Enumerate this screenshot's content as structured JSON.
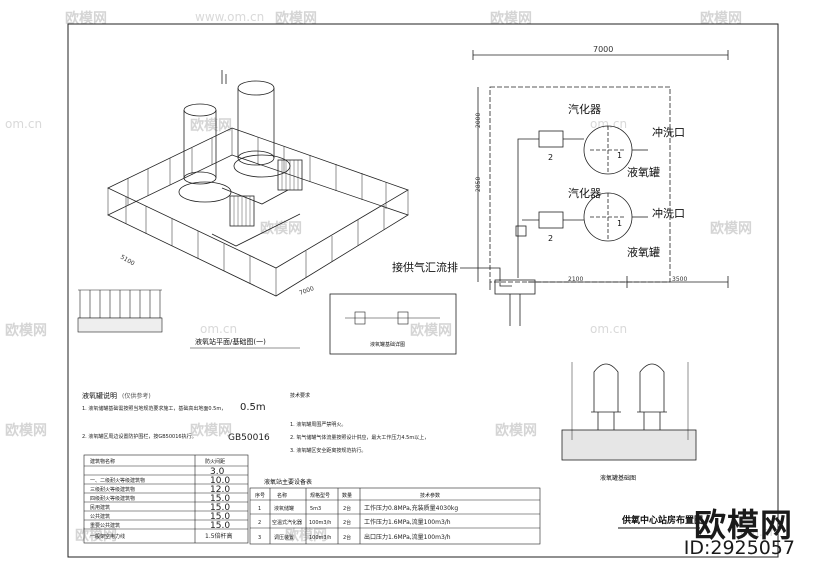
{
  "watermark": {
    "brand": "欧模网",
    "url": "www.om.cn",
    "url_short": "om.cn"
  },
  "dimensions": {
    "plan_width": "7000",
    "plan_left_top": "2000",
    "plan_left_mid": "2850",
    "plan_bottom_left": "2100",
    "plan_bottom_right": "3500",
    "iso_left": "5100",
    "iso_right": "7000"
  },
  "plan_labels": {
    "vaporizer_1": "汽化器",
    "vaporizer_2": "汽化器",
    "flush_1": "冲洗口",
    "flush_2": "冲洗口",
    "tank_1": "液氧罐",
    "tank_2": "液氧罐",
    "pipe_connect": "接供气汇流排",
    "tank_no_1": "1",
    "tank_no_2": "1",
    "vap_no_1": "2",
    "vap_no_2": "2"
  },
  "drawing_titles": {
    "iso_title": "液氧站平面/基础图(一)",
    "detail_title": "液氧罐基础图",
    "small_title": "液氧罐基础详图",
    "sheet_title": "供氧中心站房布置图"
  },
  "notes": {
    "heading": "液氧罐说明",
    "subheading": "(仅供参考)",
    "items": [
      "1. 液氧储罐基础需按照当地规范要求施工，基础高出地面0.5m，",
      "2. 液氧罐区周边设置防护围栏，按GB50016执行。"
    ],
    "highlight_value": "0.5m",
    "code": "GB50016"
  },
  "notes2": {
    "heading": "技术要求",
    "items": [
      "1. 液氧罐周围严禁明火。",
      "2. 氧气储罐气体流量按照设计供应，最大工作压力4.5m以上，",
      "3. 液氧罐区安全距离按规范执行。"
    ]
  },
  "distance_table": {
    "headers": [
      "建筑物名称",
      "防火间距"
    ],
    "rows": [
      [
        "",
        "3.0"
      ],
      [
        "一、二级耐火等级建筑物",
        "10.0"
      ],
      [
        "三级耐火等级建筑物",
        "12.0"
      ],
      [
        "四级耐火等级建筑物",
        "15.0"
      ],
      [
        "民用建筑",
        "15.0"
      ],
      [
        "公共建筑",
        "15.0"
      ],
      [
        "重要公共建筑",
        "15.0"
      ],
      [
        "一般架空电力线",
        "1.5倍杆高"
      ]
    ]
  },
  "equipment_table": {
    "title": "液氧站主要设备表",
    "headers": [
      "序号",
      "名称",
      "规格型号",
      "数量",
      "技术参数"
    ],
    "rows": [
      [
        "1",
        "液氧储罐",
        "5m3",
        "2台",
        "工作压力0.8MPa,充装质量4030kg"
      ],
      [
        "2",
        "空温式汽化器",
        "100m3/h",
        "2台",
        "工作压力1.6MPa,流量100m3/h"
      ],
      [
        "3",
        "调压装置",
        "100m3/h",
        "2台",
        "出口压力1.6MPa,流量100m3/h"
      ]
    ]
  },
  "brand": {
    "logo_text": "欧模网",
    "id_text": "ID:2925057"
  }
}
